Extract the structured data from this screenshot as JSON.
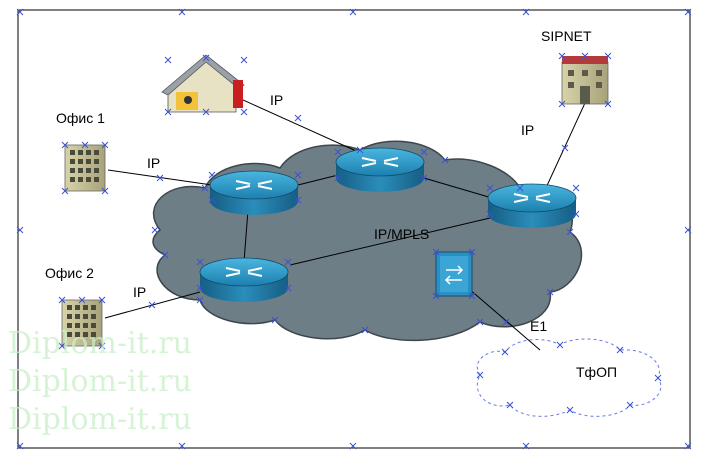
{
  "labels": {
    "office1": "Офис 1",
    "office2": "Офис 2",
    "sipnet": "SIPNET",
    "tfop": "ТфОП",
    "ipmpls": "IP/MPLS",
    "ip_home": "IP",
    "ip_office1": "IP",
    "ip_office2": "IP",
    "ip_sipnet": "IP",
    "e1": "E1"
  },
  "watermark": [
    "Diplom-it.ru",
    "Diplom-it.ru",
    "Diplom-it.ru"
  ],
  "colors": {
    "cloud_fill": "#6e7e87",
    "cloud_stroke": "#3c464c",
    "router_top": "#2e9ccb",
    "router_side": "#1b6d96",
    "link": "#000000",
    "handle": "#3a52d6",
    "watermark": "#c9f0c9"
  }
}
